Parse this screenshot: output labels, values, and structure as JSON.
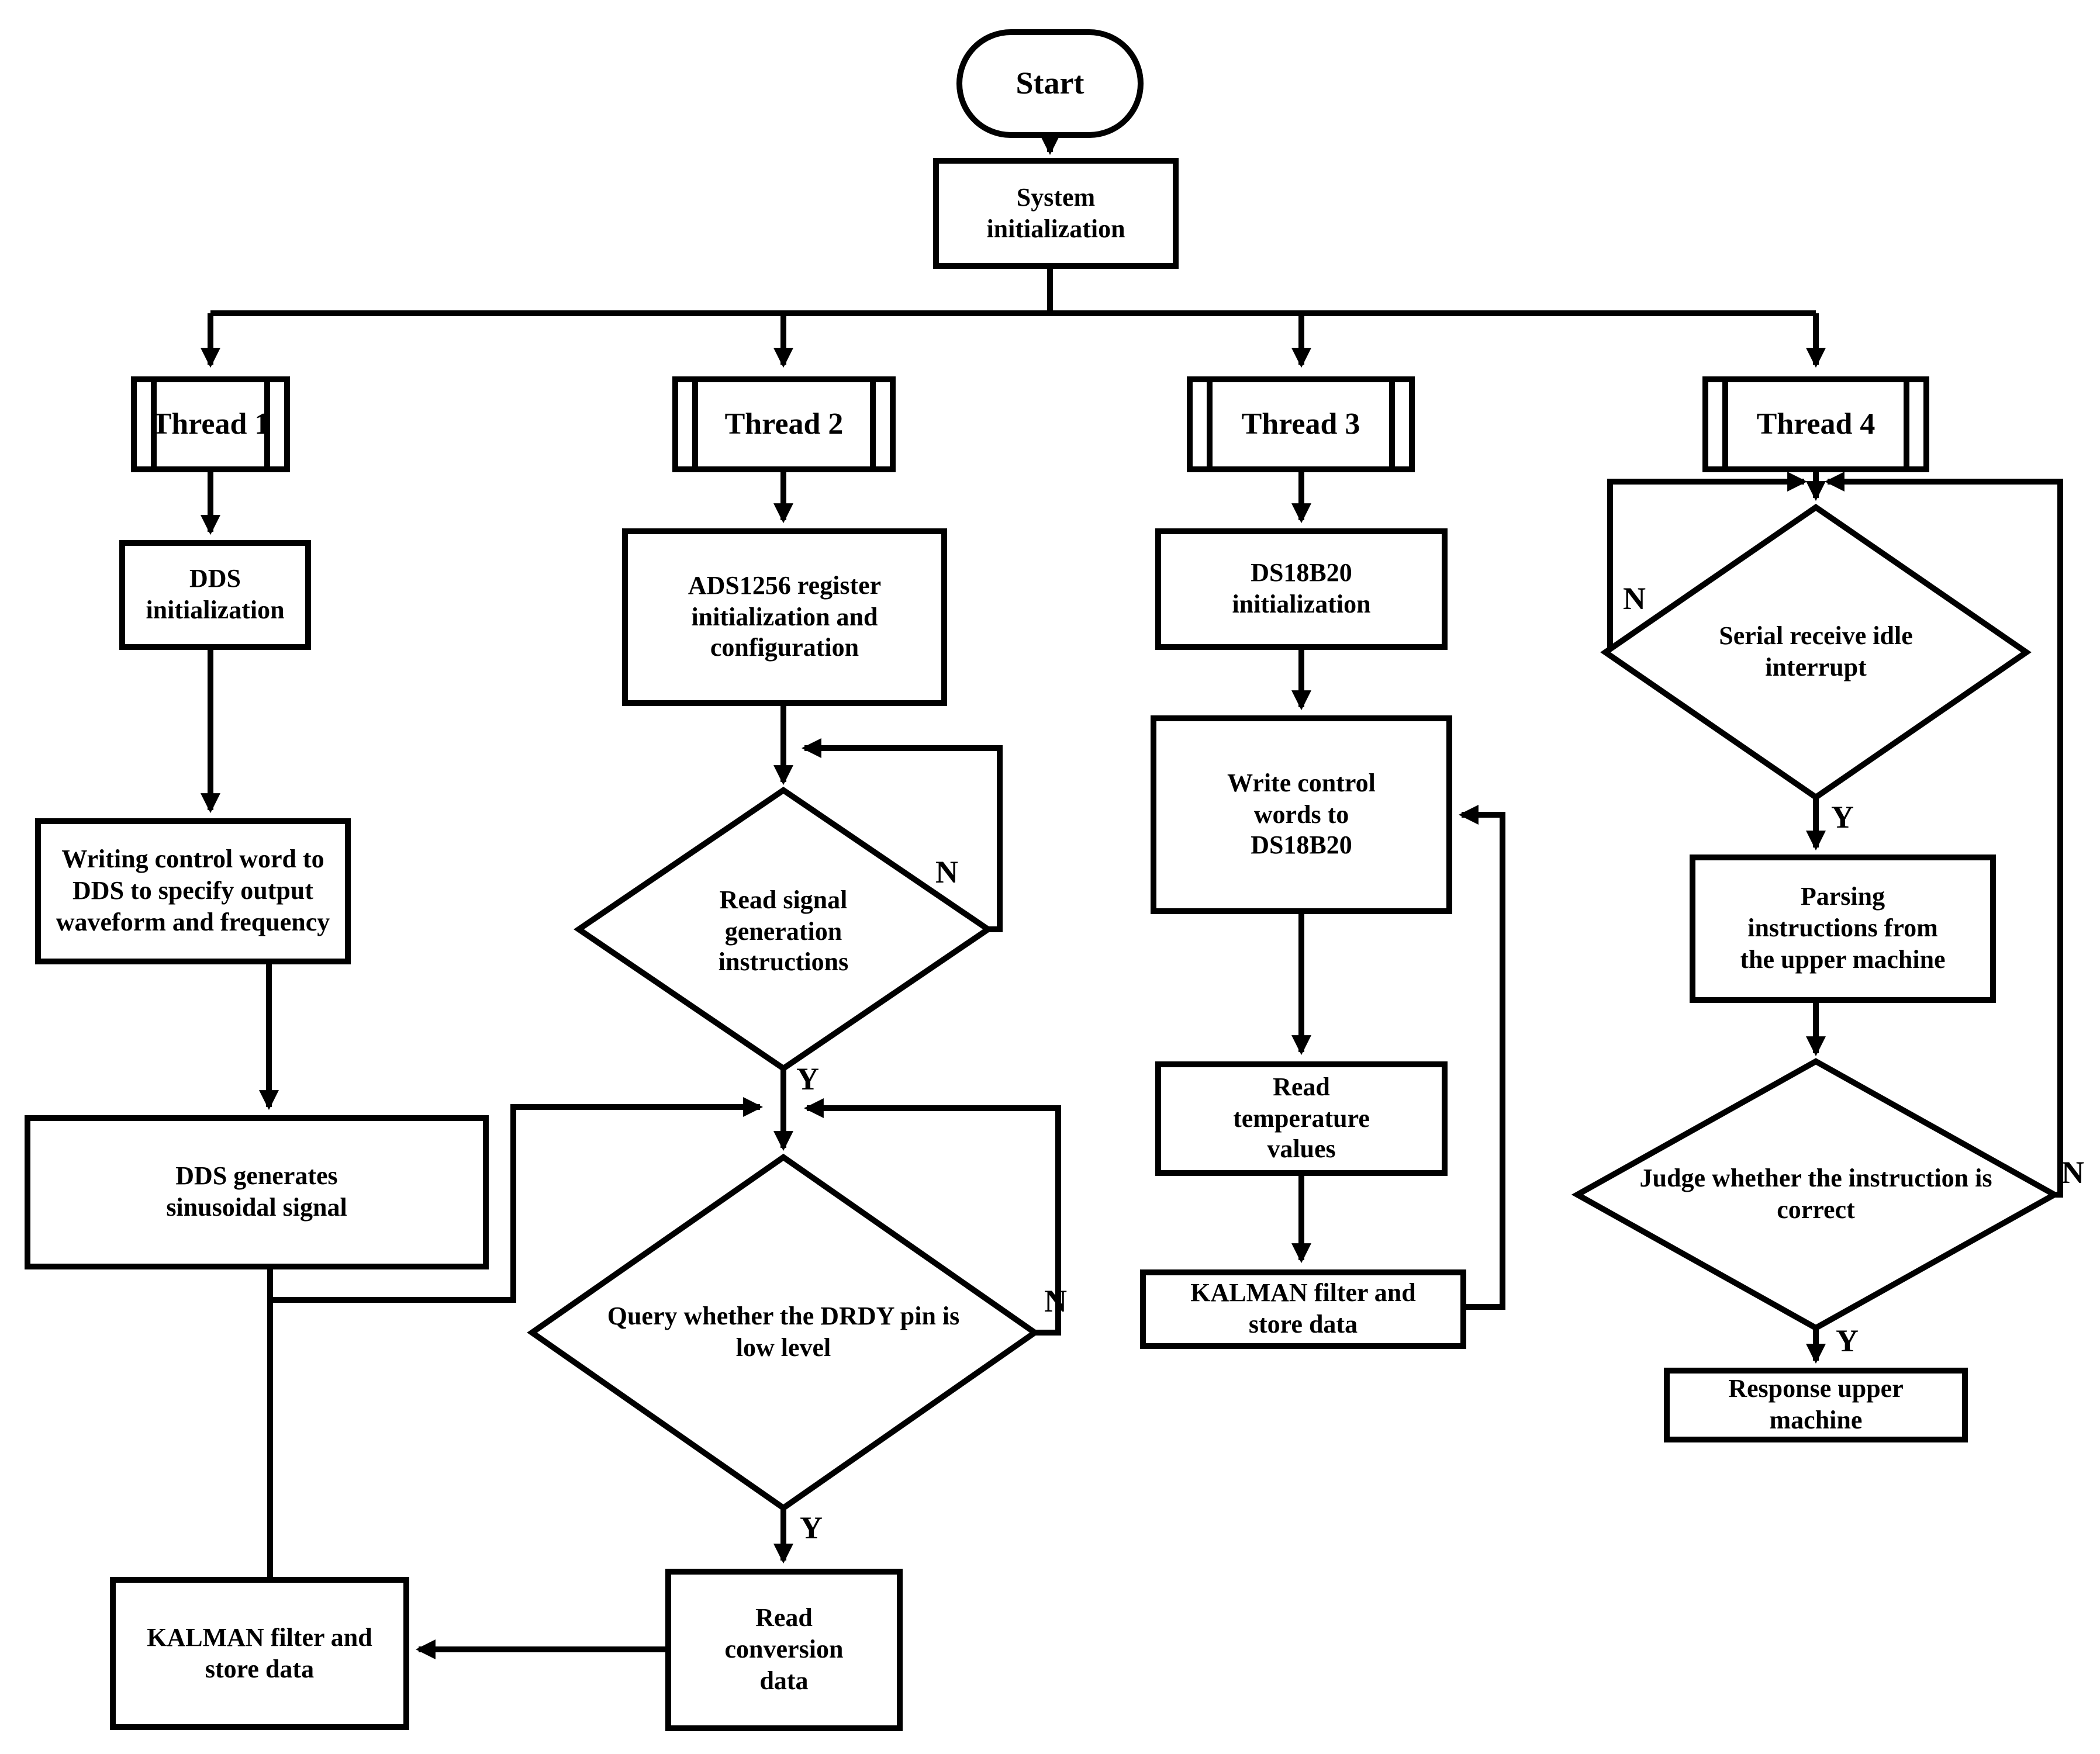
{
  "colors": {
    "stroke": "#000000",
    "background": "#ffffff",
    "text": "#000000"
  },
  "nodes": {
    "start": {
      "label": "Start"
    },
    "system_init": {
      "label": "System initialization"
    },
    "thread1": {
      "label": "Thread 1"
    },
    "thread2": {
      "label": "Thread 2"
    },
    "thread3": {
      "label": "Thread 3"
    },
    "thread4": {
      "label": "Thread 4"
    },
    "dds_init": {
      "label": "DDS initialization"
    },
    "writing_control": {
      "label": "Writing control word to DDS to specify output waveform and frequency"
    },
    "dds_generates": {
      "label": "DDS generates sinusoidal signal"
    },
    "kalman_t1": {
      "label": "KALMAN filter and store data"
    },
    "ads1256": {
      "label": "ADS1256 register initialization and configuration"
    },
    "read_signal": {
      "label": "Read signal generation instructions"
    },
    "query_drdy": {
      "label": "Query whether the DRDY pin is low level"
    },
    "read_conversion": {
      "label": "Read conversion data"
    },
    "ds18b20_init": {
      "label": "DS18B20 initialization"
    },
    "write_control": {
      "label": "Write control words to DS18B20"
    },
    "read_temperature": {
      "label": "Read temperature values"
    },
    "kalman_t3": {
      "label": "KALMAN filter and store data"
    },
    "serial_interrupt": {
      "label": "Serial receive idle interrupt"
    },
    "parsing": {
      "label": "Parsing instructions from the upper machine"
    },
    "judge": {
      "label": "Judge whether the instruction is correct"
    },
    "response": {
      "label": "Response upper machine"
    }
  },
  "decision_labels": {
    "yes": "Y",
    "no": "N"
  }
}
